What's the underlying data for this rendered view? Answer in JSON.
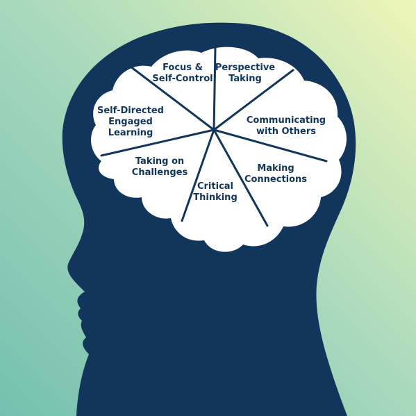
{
  "colors": {
    "background_top_right": "#eef6b8",
    "background_mid": "#a6d8bc",
    "background_bottom_left": "#74c0b0",
    "silhouette": "#12355b",
    "brain": "#ffffff",
    "divider": "#12355b",
    "label_text": "#12355b"
  },
  "icons": {
    "head": "head-silhouette-icon",
    "brain": "brain-icon"
  },
  "skills": [
    {
      "lines": [
        "Focus &",
        "Self-Control"
      ]
    },
    {
      "lines": [
        "Perspective",
        "Taking"
      ]
    },
    {
      "lines": [
        "Communicating",
        "with Others"
      ]
    },
    {
      "lines": [
        "Making",
        "Connections"
      ]
    },
    {
      "lines": [
        "Critical",
        "Thinking"
      ]
    },
    {
      "lines": [
        "Taking on",
        "Challenges"
      ]
    },
    {
      "lines": [
        "Self-Directed",
        "Engaged",
        "Learning"
      ]
    }
  ]
}
